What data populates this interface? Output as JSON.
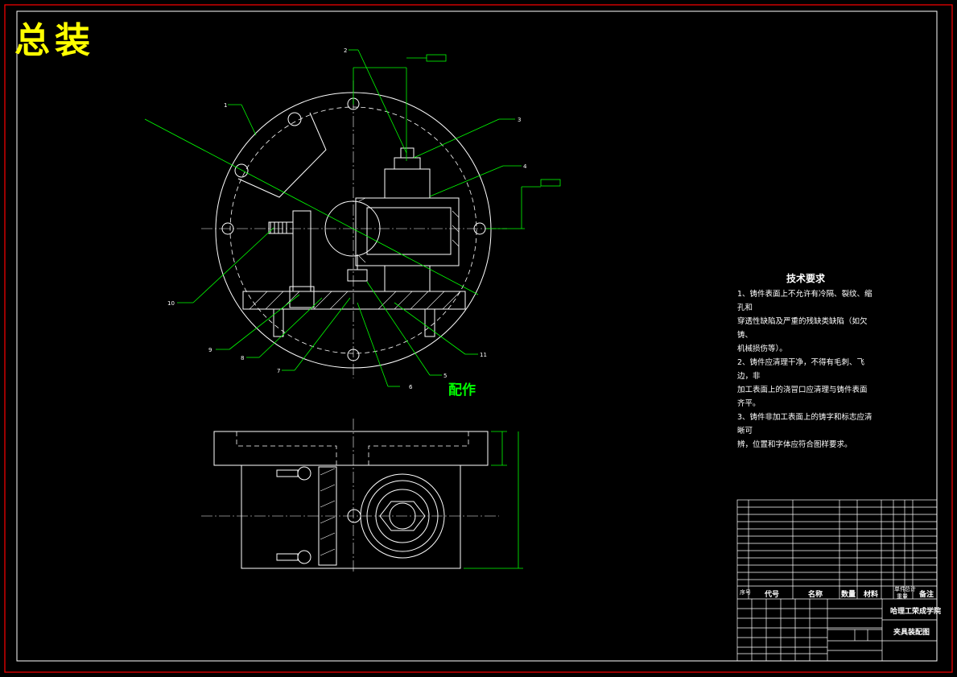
{
  "title": "总装",
  "assembly_label": "配作",
  "notes": {
    "heading": "技术要求",
    "lines": [
      "1、铸件表面上不允许有冷隔、裂纹、缩孔和",
      "穿透性缺陷及严重的残缺类缺陷（如欠铸、",
      "机械损伤等）。",
      "2、铸件应清理干净，不得有毛刺、飞边，非",
      "加工表面上的浇冒口应清理与铸件表面齐平。",
      "3、铸件非加工表面上的铸字和标志应清晰可",
      "辨，位置和字体应符合图样要求。"
    ]
  },
  "balloons": [
    "1",
    "2",
    "3",
    "4",
    "5",
    "6",
    "7",
    "8",
    "9",
    "10",
    "11"
  ],
  "title_block": {
    "drawing_name": "夹具装配图",
    "school": "哈理工荣成学院",
    "header_row": [
      "序号",
      "代号",
      "名称",
      "数量",
      "材料",
      "单件",
      "总计",
      "备注"
    ],
    "weight_label": "重量"
  },
  "colors": {
    "outline": "#ffffff",
    "leader": "#00ff00",
    "title": "#ffff00",
    "frame": "#ff0000"
  }
}
